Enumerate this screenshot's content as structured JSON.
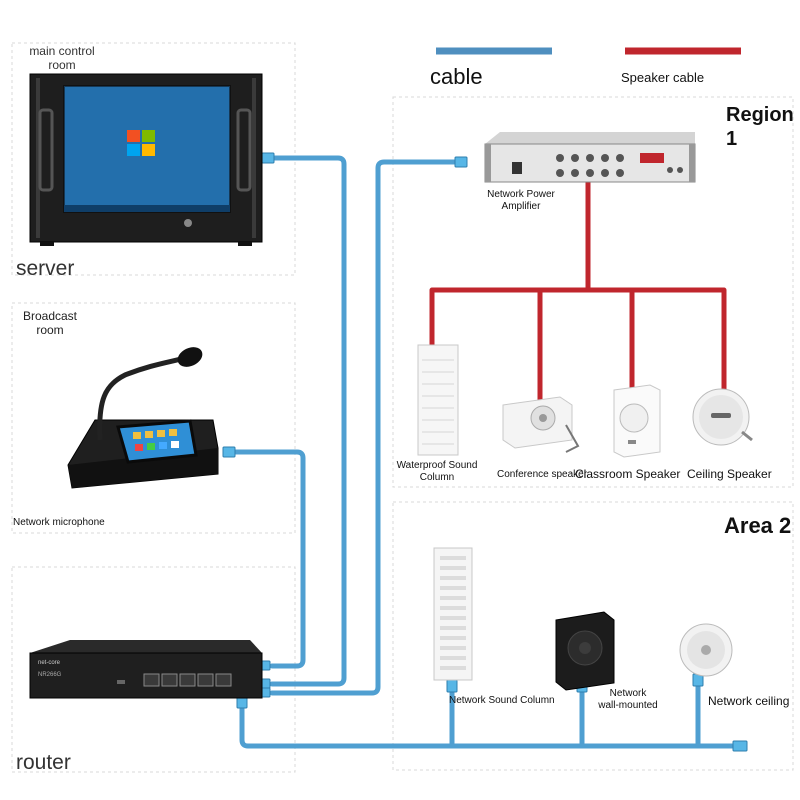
{
  "legend": {
    "cable_label": "cable",
    "speaker_cable_label": "Speaker cable",
    "cable_color": "#4f8fbf",
    "speaker_cable_color": "#c0262d"
  },
  "rooms": {
    "main_control_line1": "main control",
    "main_control_line2": "room",
    "server": "server",
    "broadcast_line1": "Broadcast",
    "broadcast_line2": "room",
    "network_microphone": "Network microphone",
    "router": "router"
  },
  "region1": {
    "title": "Region 1",
    "amplifier_line1": "Network Power",
    "amplifier_line2": "Amplifier",
    "waterproof_line1": "Waterproof Sound",
    "waterproof_line2": "Column",
    "conference_speaker": "Conference speaker",
    "classroom_speaker": "Classroom Speaker",
    "ceiling_speaker": "Ceiling Speaker"
  },
  "area2": {
    "title": "Area 2",
    "network_sound_column": "Network Sound Column",
    "wall_mounted_line1": "Network",
    "wall_mounted_line2": "wall-mounted",
    "network_ceiling": "Network ceiling"
  },
  "devices": {
    "router_brand": "net-core",
    "router_model": "NR266G"
  }
}
